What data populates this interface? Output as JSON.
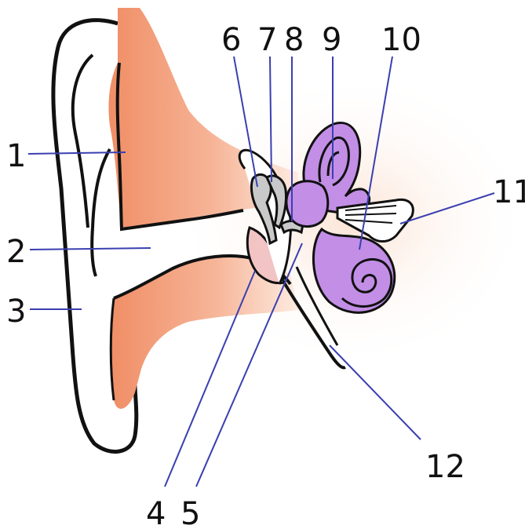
{
  "colors": {
    "outer_ear_flesh": "#f2a07a",
    "outer_ear_fade": "#fde6d8",
    "inner_ear": "#c28ee6",
    "eardrum": "#f3c4c4",
    "ossicle": "#c9c9c9",
    "outline": "#111111",
    "leader_line": "#3a3fb0"
  },
  "labels": {
    "n1": "1",
    "n2": "2",
    "n3": "3",
    "n4": "4",
    "n5": "5",
    "n6": "6",
    "n7": "7",
    "n8": "8",
    "n9": "9",
    "n10": "10",
    "n11": "11",
    "n12": "12"
  }
}
